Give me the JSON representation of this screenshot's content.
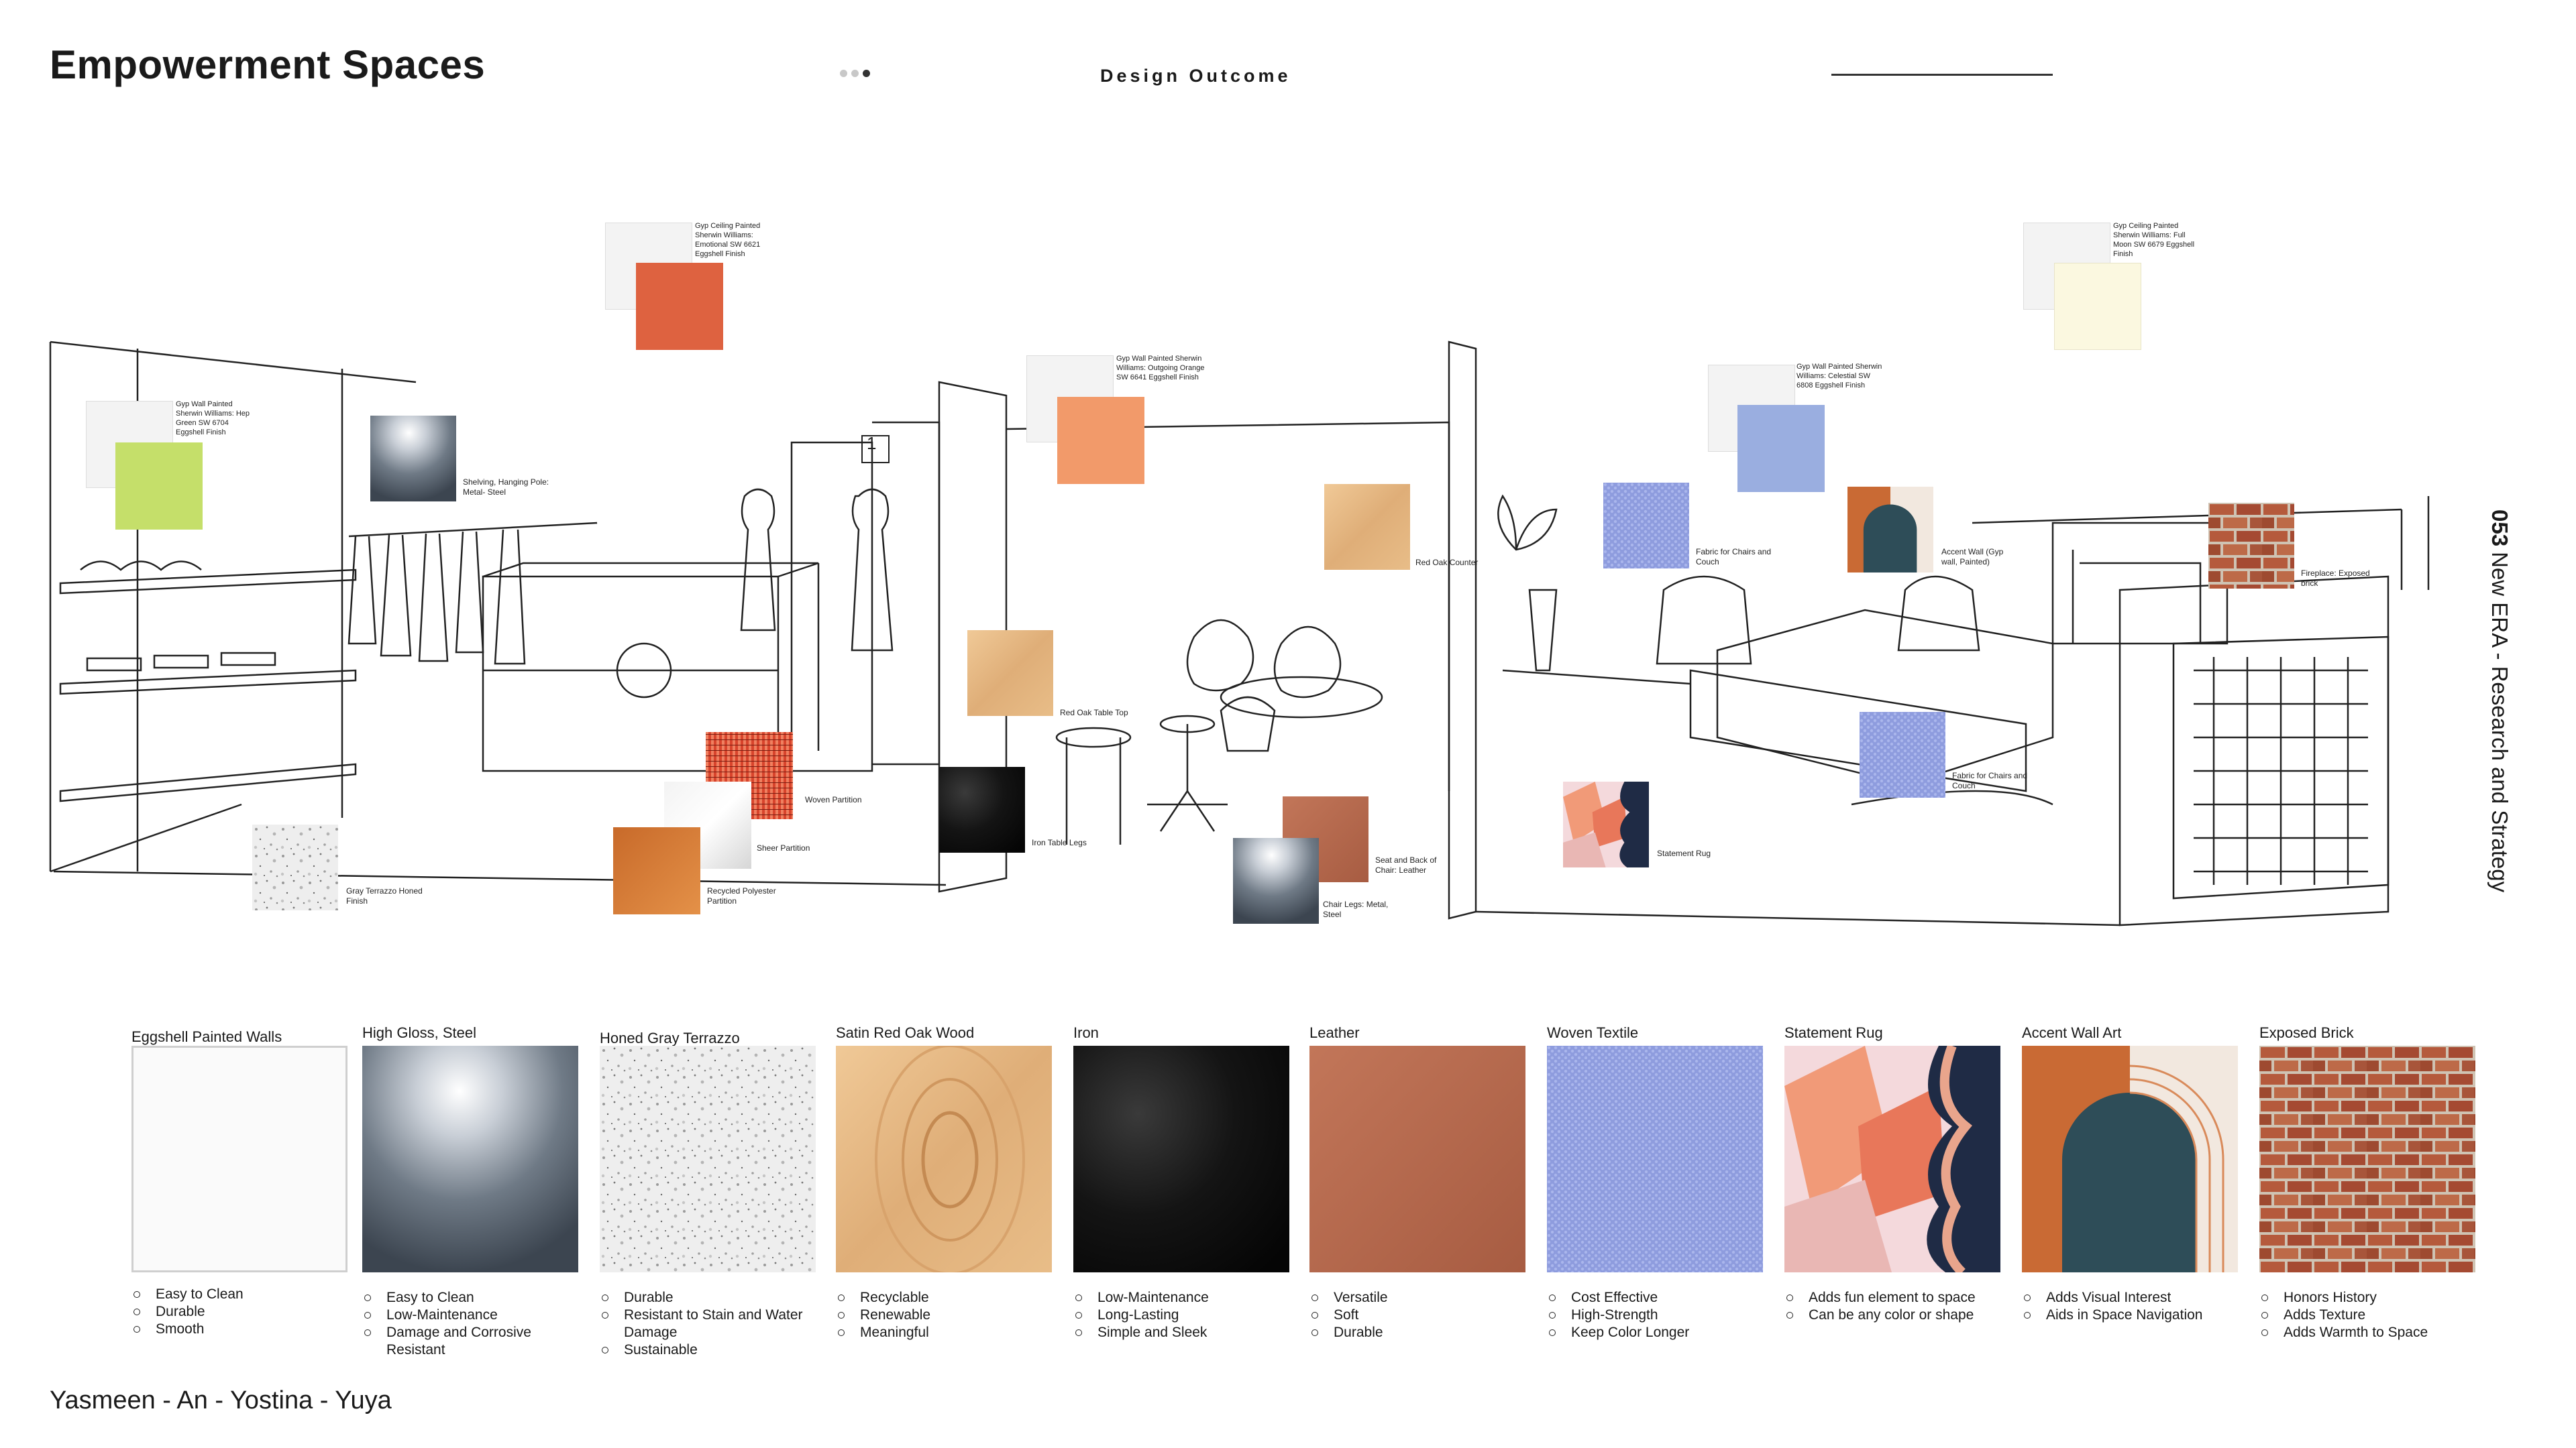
{
  "header": {
    "title": "Empowerment Spaces",
    "section": "Design Outcome"
  },
  "side_label": {
    "number": "053",
    "text": "New ERA - Research and Strategy"
  },
  "authors": "Yasmeen - An - Yostina - Yuya",
  "paint_notes": [
    {
      "text": "Gyp Wall Painted Sherwin Williams: Hep Green SW 6704 Eggshell Finish",
      "color": "#c5df6a"
    },
    {
      "text": "Gyp Ceiling Painted Sherwin Williams: Emotional SW 6621 Eggshell Finish",
      "color": "#de6240"
    },
    {
      "text": "Gyp Wall Painted Sherwin Williams: Outgoing Orange SW 6641 Eggshell Finish",
      "color": "#f29a6a"
    },
    {
      "text": "Gyp Wall Painted Sherwin Williams: Celestial SW 6808 Eggshell Finish",
      "color": "#9aaee0"
    },
    {
      "text": "Gyp Ceiling Painted Sherwin Williams: Full Moon SW 6679 Eggshell Finish",
      "color": "#fbf8e0"
    }
  ],
  "plan_labels": {
    "shelving": "Shelving, Hanging Pole: Metal- Steel",
    "terrazzo": "Gray Terrazzo Honed Finish",
    "woven_partition": "Woven Partition",
    "sheer_partition": "Sheer Partition",
    "recycled": "Recycled Polyester Partition",
    "red_oak_table": "Red Oak Table Top",
    "iron_legs": "Iron Table Legs",
    "red_oak_counter": "Red Oak Counter",
    "seat": "Seat and Back of Chair: Leather",
    "chair_legs": "Chair Legs: Metal, Steel",
    "fabric_1": "Fabric for Chairs and Couch",
    "fabric_2": "Fabric for Chairs and Couch",
    "statement_rug": "Statement Rug",
    "accent_wall": "Accent Wall (Gyp wall, Painted)",
    "fireplace": "Fireplace: Exposed brick",
    "room_number": "1"
  },
  "materials": [
    {
      "title": "Eggshell Painted Walls",
      "features": [
        "Easy to Clean",
        "Durable",
        "Smooth"
      ]
    },
    {
      "title": "High Gloss, Steel",
      "features": [
        "Easy to Clean",
        "Low-Maintenance",
        "Damage and Corrosive Resistant"
      ]
    },
    {
      "title": "Honed Gray Terrazzo",
      "features": [
        "Durable",
        "Resistant to Stain and Water Damage",
        "Sustainable"
      ]
    },
    {
      "title": "Satin Red Oak Wood",
      "features": [
        "Recyclable",
        "Renewable",
        "Meaningful"
      ]
    },
    {
      "title": "Iron",
      "features": [
        "Low-Maintenance",
        "Long-Lasting",
        "Simple and Sleek"
      ]
    },
    {
      "title": "Leather",
      "features": [
        "Versatile",
        "Soft",
        "Durable"
      ]
    },
    {
      "title": "Woven Textile",
      "features": [
        "Cost Effective",
        "High-Strength",
        "Keep Color Longer"
      ]
    },
    {
      "title": "Statement Rug",
      "features": [
        "Adds fun element to space",
        "Can be any color or shape"
      ]
    },
    {
      "title": "Accent Wall Art",
      "features": [
        "Adds Visual Interest",
        "Aids in Space Navigation"
      ]
    },
    {
      "title": "Exposed Brick",
      "features": [
        "Honors History",
        "Adds Texture",
        "Adds Warmth to Space"
      ]
    }
  ],
  "colors": {
    "green": "#c5df6a",
    "red_orange": "#de6240",
    "orange": "#f29a6a",
    "periwinkle": "#9aaee0",
    "cream": "#fbf8e0",
    "leather": "#b86a4f",
    "oak": "#e2b47e"
  }
}
